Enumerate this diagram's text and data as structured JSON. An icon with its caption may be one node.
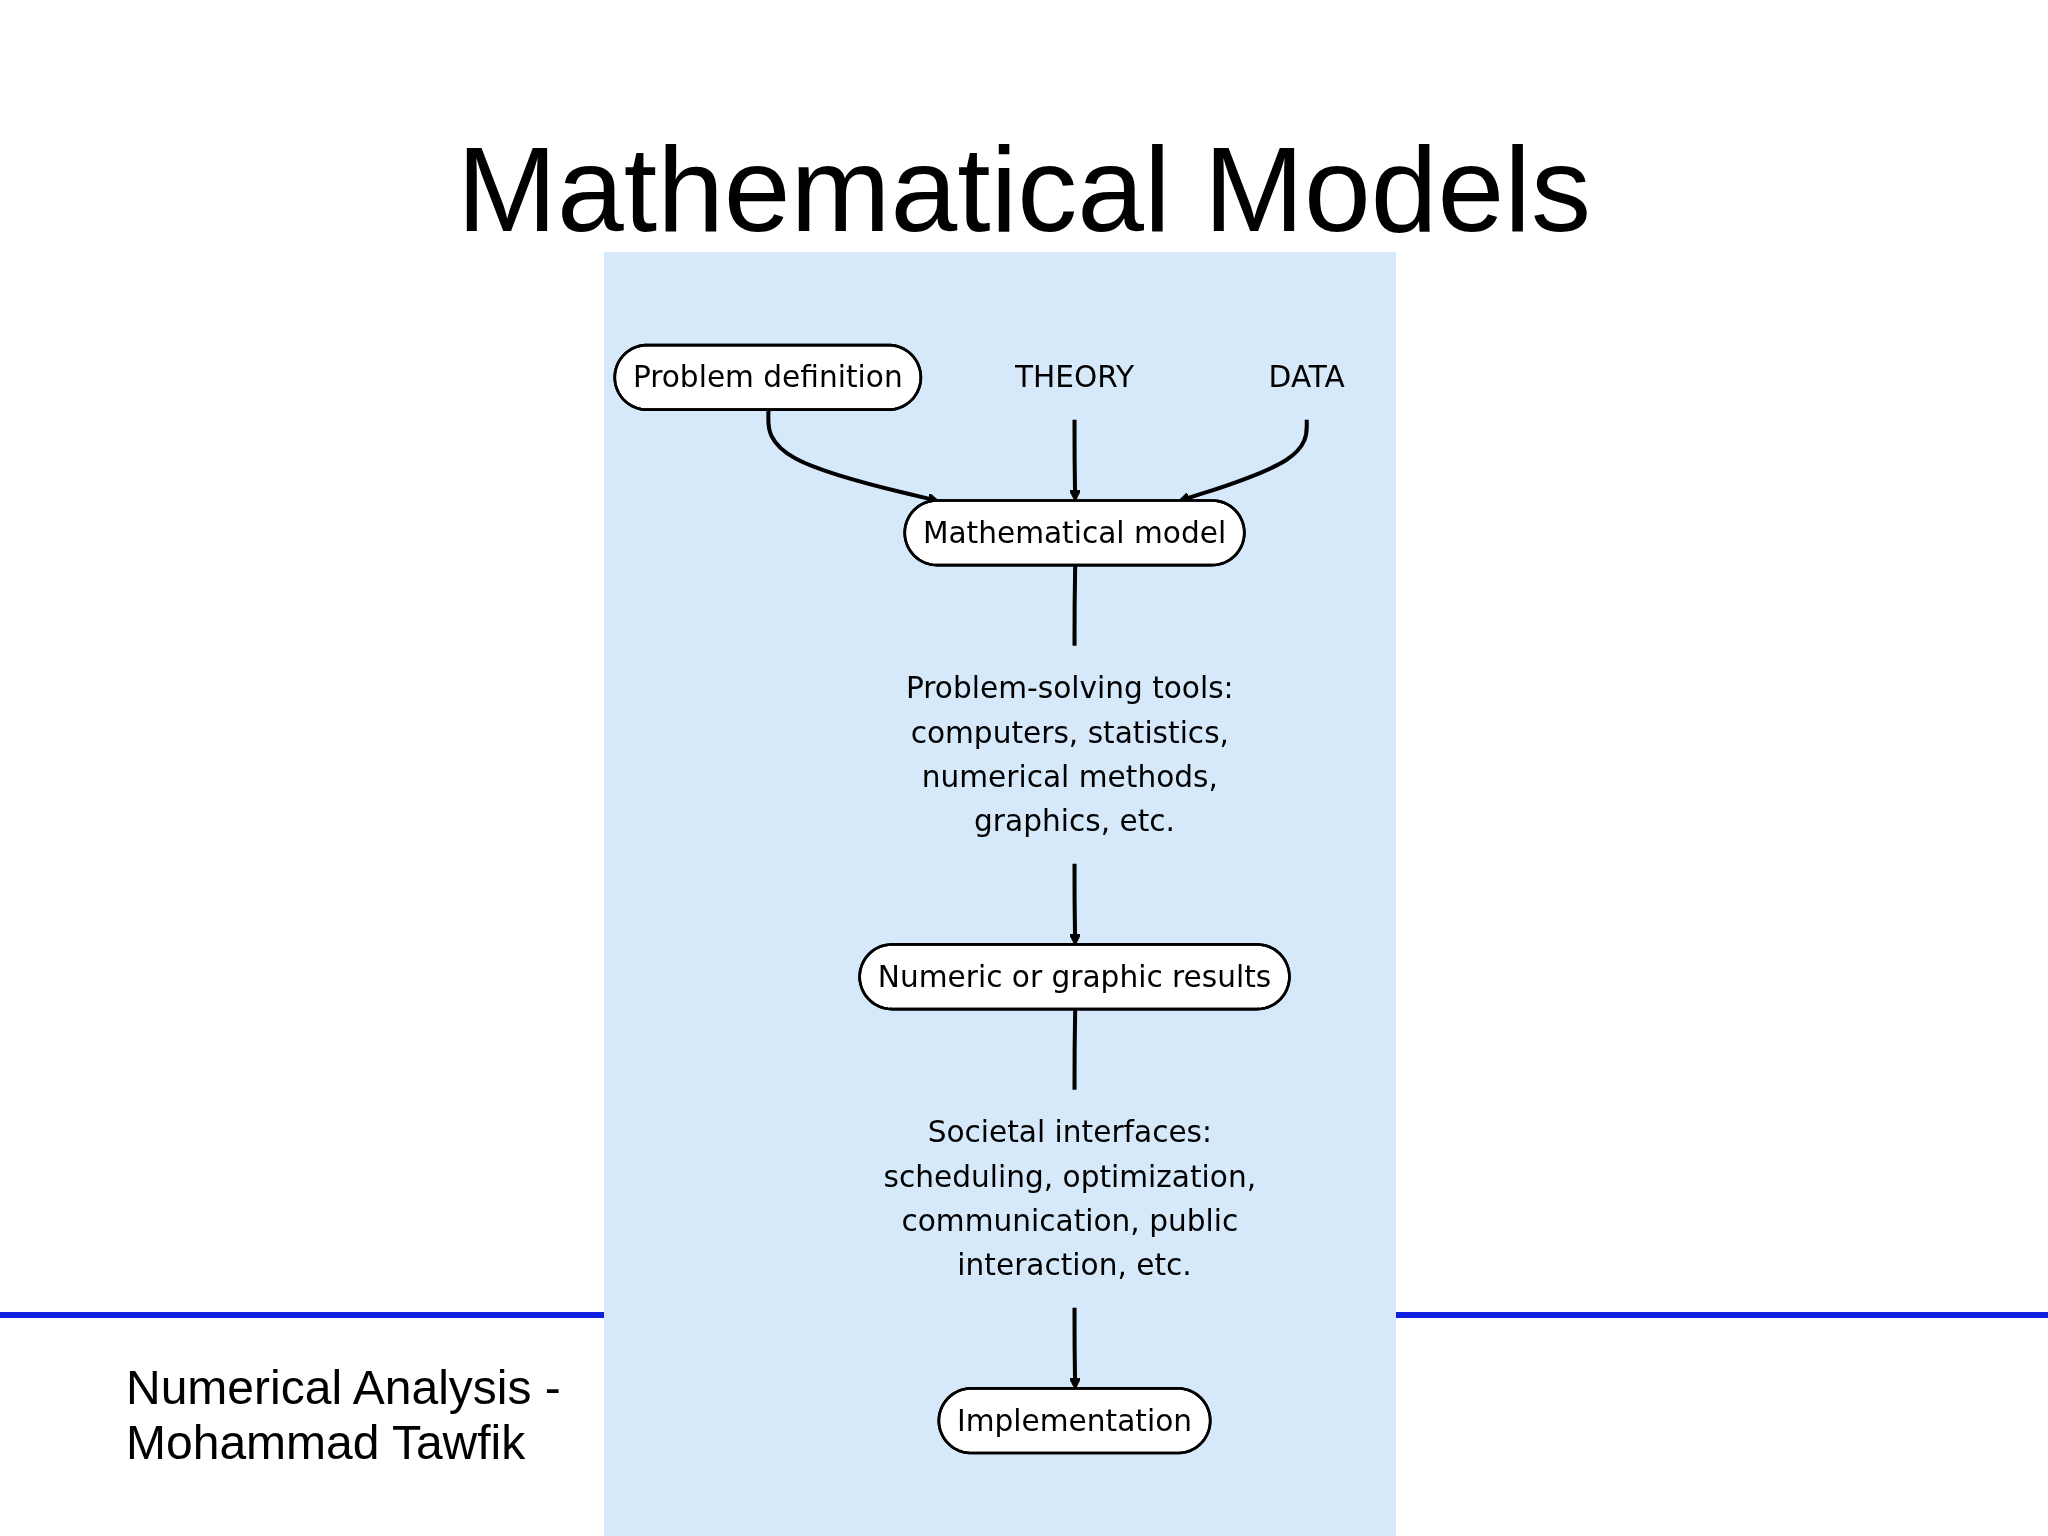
{
  "diagram": {
    "title": "Mathematical Models",
    "nodes": [
      {
        "text": [
          "Problem definition"
        ]
      },
      {
        "text": [
          "THEORY"
        ]
      },
      {
        "text": [
          "Mathematical model"
        ]
      },
      {
        "text": [
          "DATA"
        ]
      },
      {
        "text": [
          "Problem-solving tools: computers, statistics, numerical methods, graphics, etc."
        ]
      },
      {
        "text": [
          "Numeric or graphic results"
        ]
      },
      {
        "text": [
          "Societal interfaces: scheduling, optimization, communication, public interaction, etc."
        ]
      },
      {
        "text": [
          "Implementation"
        ]
      }
    ],
    "edges": [
      {
        "from": 0,
        "to": 2,
        "arrow": "to"
      },
      {
        "from": 1,
        "to": 2,
        "arrow": "to"
      },
      {
        "from": 3,
        "to": 2,
        "arrow": "to"
      },
      {
        "from": 2,
        "to": 4,
        "arrow": "none"
      },
      {
        "from": 4,
        "to": 5,
        "arrow": "to"
      },
      {
        "from": 5,
        "to": 6,
        "arrow": "none"
      },
      {
        "from": 6,
        "to": 7,
        "arrow": "to"
      }
    ],
    "labels": [
      "Numerical Analysis - Mohammad Tawfik"
    ]
  }
}
